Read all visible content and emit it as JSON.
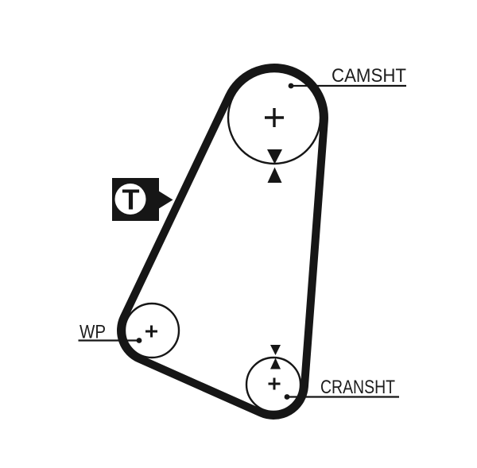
{
  "diagram": {
    "kind": "timing-belt-routing-diagram",
    "labels": {
      "camshaft": "CAMSHT",
      "water_pump": "WP",
      "crankshaft": "CRANSHT",
      "tension_marker": "T"
    },
    "symbols": {
      "pulley_center": "+"
    },
    "icons": {
      "tension_badge": "t-badge-with-right-arrow-icon",
      "camshaft_timing_mark": "bowtie-arrows-icon",
      "crankshaft_timing_mark": "bowtie-arrows-icon"
    },
    "colors": {
      "ink": "#161616",
      "background": "#ffffff"
    }
  }
}
